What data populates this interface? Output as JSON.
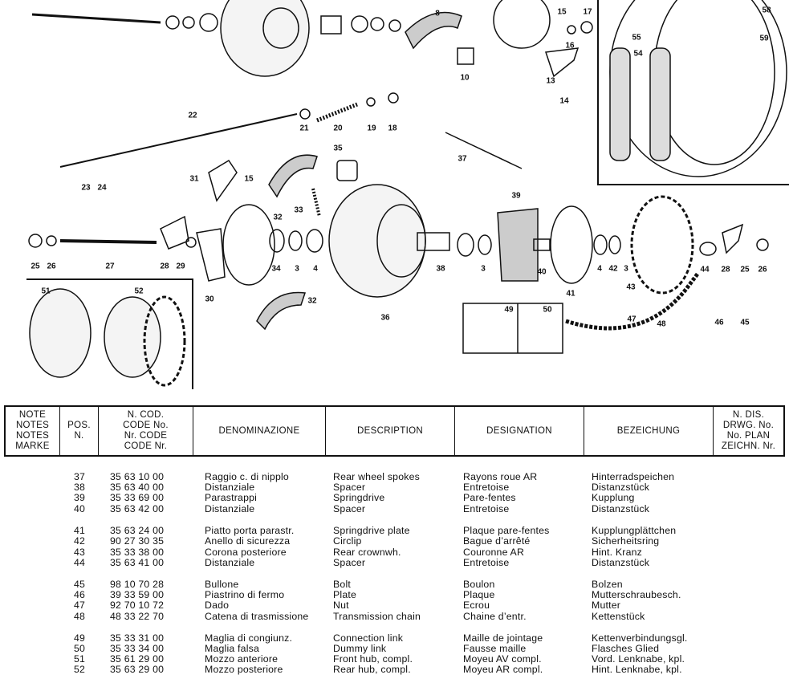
{
  "diagram": {
    "callouts": [
      "8",
      "15",
      "17",
      "58",
      "59",
      "55",
      "54",
      "16",
      "10",
      "13",
      "14",
      "22",
      "21",
      "20",
      "19",
      "18",
      "37",
      "23",
      "24",
      "35",
      "31",
      "15",
      "32",
      "33",
      "39",
      "25",
      "26",
      "27",
      "28",
      "29",
      "34",
      "3",
      "4",
      "38",
      "3",
      "40",
      "4",
      "42",
      "3",
      "44",
      "28",
      "25",
      "26",
      "43",
      "41",
      "30",
      "32",
      "36",
      "49",
      "50",
      "47",
      "48",
      "46",
      "45",
      "51",
      "52"
    ]
  },
  "table": {
    "headers": [
      "NOTE\nNOTES\nNOTES\nMARKE",
      "POS.\nN.",
      "N. COD.\nCODE No.\nNr. CODE\nCODE Nr.",
      "DENOMINAZIONE",
      "DESCRIPTION",
      "DESIGNATION",
      "BEZEICHUNG",
      "N. DIS.\nDRWG. No.\nNo. PLAN\nZEICHN. Nr."
    ],
    "rows": [
      {
        "pos": "37",
        "code": "35 63 10 00",
        "it": "Raggio c. di nipplo",
        "en": "Rear wheel spokes",
        "fr": "Rayons roue AR",
        "de": "Hinterradspeichen"
      },
      {
        "pos": "38",
        "code": "35 63 40 00",
        "it": "Distanziale",
        "en": "Spacer",
        "fr": "Entretoise",
        "de": "Distanzstück"
      },
      {
        "pos": "39",
        "code": "35 33 69 00",
        "it": "Parastrappi",
        "en": "Springdrive",
        "fr": "Pare-fentes",
        "de": "Kupplung"
      },
      {
        "pos": "40",
        "code": "35 63 42 00",
        "it": "Distanziale",
        "en": "Spacer",
        "fr": "Entretoise",
        "de": "Distanzstück"
      },
      {
        "pos": "41",
        "code": "35 63 24 00",
        "it": "Piatto porta parastr.",
        "en": "Springdrive plate",
        "fr": "Plaque pare-fentes",
        "de": "Kupplungplättchen"
      },
      {
        "pos": "42",
        "code": "90 27 30 35",
        "it": "Anello di sicurezza",
        "en": "Circlip",
        "fr": "Bague d’arrêté",
        "de": "Sicherheitsring"
      },
      {
        "pos": "43",
        "code": "35 33 38 00",
        "it": "Corona posteriore",
        "en": "Rear crownwh.",
        "fr": "Couronne AR",
        "de": "Hint. Kranz"
      },
      {
        "pos": "44",
        "code": "35 63 41 00",
        "it": "Distanziale",
        "en": "Spacer",
        "fr": "Entretoise",
        "de": "Distanzstück"
      },
      {
        "pos": "45",
        "code": "98 10 70 28",
        "it": "Bullone",
        "en": "Bolt",
        "fr": "Boulon",
        "de": "Bolzen"
      },
      {
        "pos": "46",
        "code": "39 33 59 00",
        "it": "Piastrino di fermo",
        "en": "Plate",
        "fr": "Plaque",
        "de": "Mutterschraubesch."
      },
      {
        "pos": "47",
        "code": "92 70 10 72",
        "it": "Dado",
        "en": "Nut",
        "fr": "Ecrou",
        "de": "Mutter"
      },
      {
        "pos": "48",
        "code": "48 33 22 70",
        "it": "Catena di trasmissione",
        "en": "Transmission chain",
        "fr": "Chaine d’entr.",
        "de": "Kettenstück"
      },
      {
        "pos": "49",
        "code": "35 33 31 00",
        "it": "Maglia di congiunz.",
        "en": "Connection link",
        "fr": "Maille de jointage",
        "de": "Kettenverbindungsgl."
      },
      {
        "pos": "50",
        "code": "35 33 34 00",
        "it": "Maglia falsa",
        "en": "Dummy link",
        "fr": "Fausse maille",
        "de": "Flasches Glied"
      },
      {
        "pos": "51",
        "code": "35 61 29 00",
        "it": "Mozzo anteriore",
        "en": "Front hub, compl.",
        "fr": "Moyeu AV compl.",
        "de": "Vord. Lenknabe, kpl."
      },
      {
        "pos": "52",
        "code": "35 63 29 00",
        "it": "Mozzo posteriore",
        "en": "Rear hub, compl.",
        "fr": "Moyeu AR compl.",
        "de": "Hint. Lenknabe, kpl."
      }
    ]
  }
}
